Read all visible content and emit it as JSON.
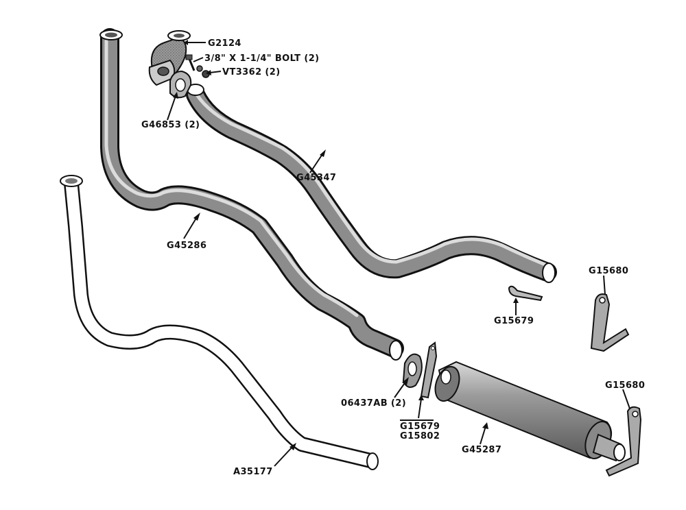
{
  "labels": {
    "g2124": "G2124",
    "bolt": "3/8\" X 1-1/4\" BOLT (2)",
    "vt3362": "VT3362 (2)",
    "g46853": "G46853 (2)",
    "g45347": "G45347",
    "g45286": "G45286",
    "g15680_top": "G15680",
    "g15679_clip": "G15679",
    "g15680_bottom": "G15680",
    "o6437ab": "06437AB (2)",
    "g15679_clamp": "G15679",
    "g15802": "G15802",
    "g45287": "G45287",
    "a35177": "A35177"
  },
  "colors": {
    "ink": "#111111",
    "pipe_fill": "#8c8c8c",
    "pipe_highlight": "#dcdcdc",
    "paper": "#ffffff"
  }
}
